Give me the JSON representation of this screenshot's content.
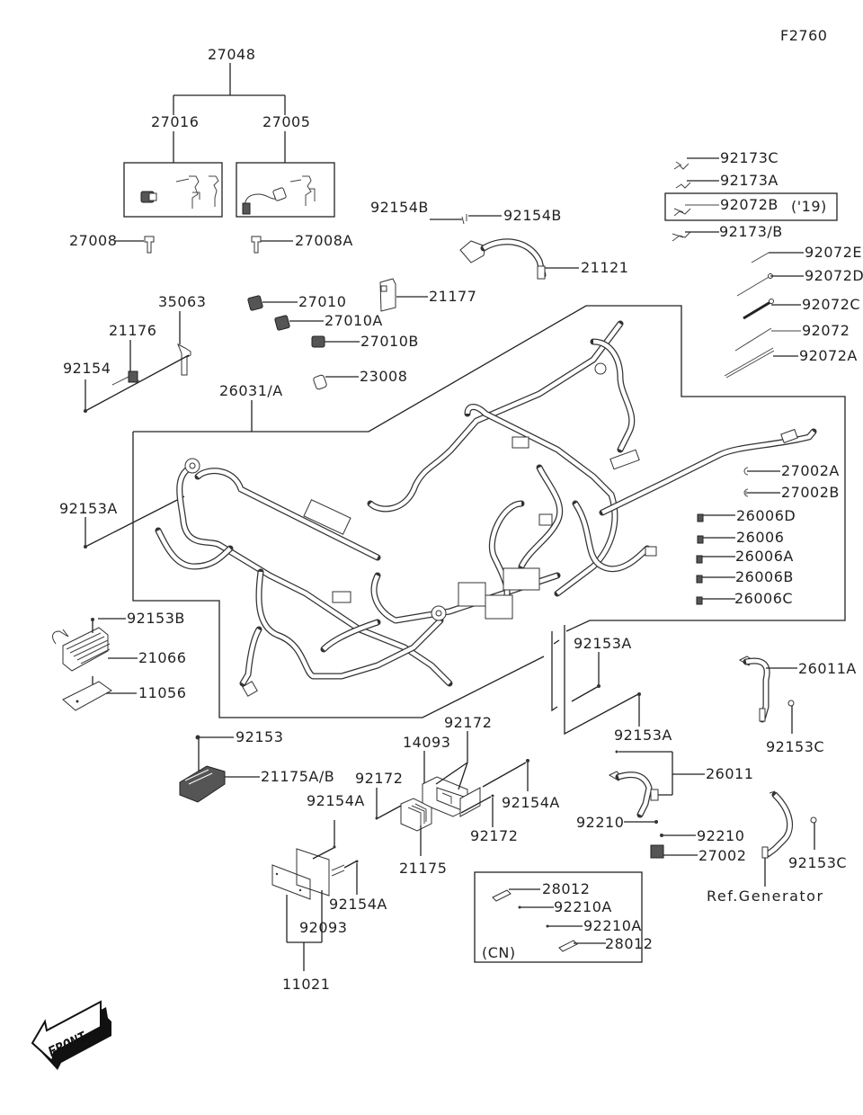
{
  "diagram": {
    "figure_id": "F2760",
    "labels": {
      "l27048": "27048",
      "l27016": "27016",
      "l27005": "27005",
      "l27008": "27008",
      "l27008A": "27008A",
      "l92154B_left": "92154B",
      "l92154B_right": "92154B",
      "l21121": "21121",
      "l21177": "21177",
      "l35063": "35063",
      "l21176": "21176",
      "l92154": "92154",
      "l27010": "27010",
      "l27010A": "27010A",
      "l27010B": "27010B",
      "l23008": "23008",
      "l26031A": "26031/A",
      "l92173C": "92173C",
      "l92173A": "92173A",
      "l92072B": "92072B",
      "l92072B_year": "('19)",
      "l92173B": "92173/B",
      "l92072E": "92072E",
      "l92072D": "92072D",
      "l92072C": "92072C",
      "l92072": "92072",
      "l92072A": "92072A",
      "l92153A_left": "92153A",
      "l27002A": "27002A",
      "l27002B": "27002B",
      "l26006D": "26006D",
      "l26006": "26006",
      "l26006A": "26006A",
      "l26006B": "26006B",
      "l26006C": "26006C",
      "l92153B": "92153B",
      "l21066": "21066",
      "l11056": "11056",
      "l92153A_mid": "92153A",
      "l92153A_low": "92153A",
      "l26011A": "26011A",
      "l92153C_upper": "92153C",
      "l92153": "92153",
      "l21175AB": "21175A/B",
      "l92172_top": "92172",
      "l14093": "14093",
      "l92172_left": "92172",
      "l92154A_right": "92154A",
      "l92172_bottom": "92172",
      "l21175": "21175",
      "l92154A_top": "92154A",
      "l92154A_bottom": "92154A",
      "l92093": "92093",
      "l11021": "11021",
      "l26011": "26011",
      "l92210_left": "92210",
      "l92210_right": "92210",
      "l27002": "27002",
      "l92153C_lower": "92153C",
      "l_ref_generator": "Ref.Generator",
      "cn_box": {
        "l28012_top": "28012",
        "l92210A_top": "92210A",
        "l92210A_bottom": "92210A",
        "l28012_bottom": "28012",
        "region_label": "(CN)"
      }
    },
    "front_arrow": "FRONT"
  }
}
